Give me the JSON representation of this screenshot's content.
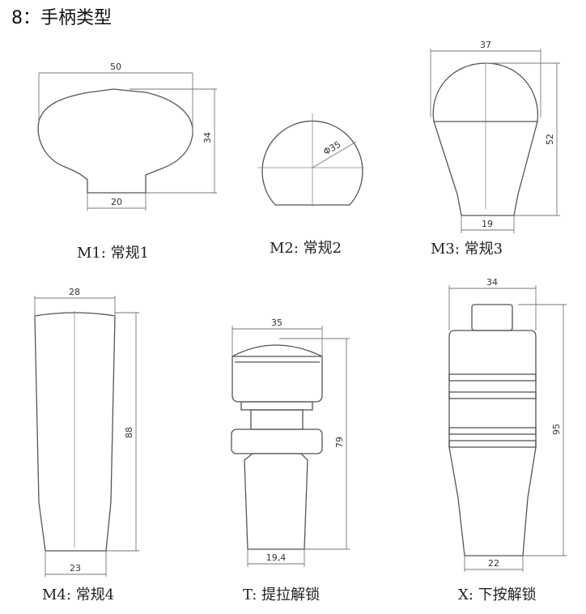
{
  "heading": "8：手柄类型",
  "handles": [
    {
      "caption": "M1:  常规1",
      "dims": {
        "width": "50",
        "height": "34",
        "neck": "20"
      }
    },
    {
      "caption": "M2:  常规2",
      "dims": {
        "diameter": "Φ35"
      }
    },
    {
      "caption": "M3: 常规3",
      "dims": {
        "width": "37",
        "height": "52",
        "base": "19"
      }
    },
    {
      "caption": "M4:  常规4",
      "dims": {
        "width": "28",
        "height": "88",
        "base": "23"
      }
    },
    {
      "caption": "T: 提拉解锁",
      "dims": {
        "width": "35",
        "height": "79",
        "shaft": "19,4"
      }
    },
    {
      "caption": "X: 下按解锁",
      "dims": {
        "width": "34",
        "height": "95",
        "base": "22"
      }
    }
  ]
}
